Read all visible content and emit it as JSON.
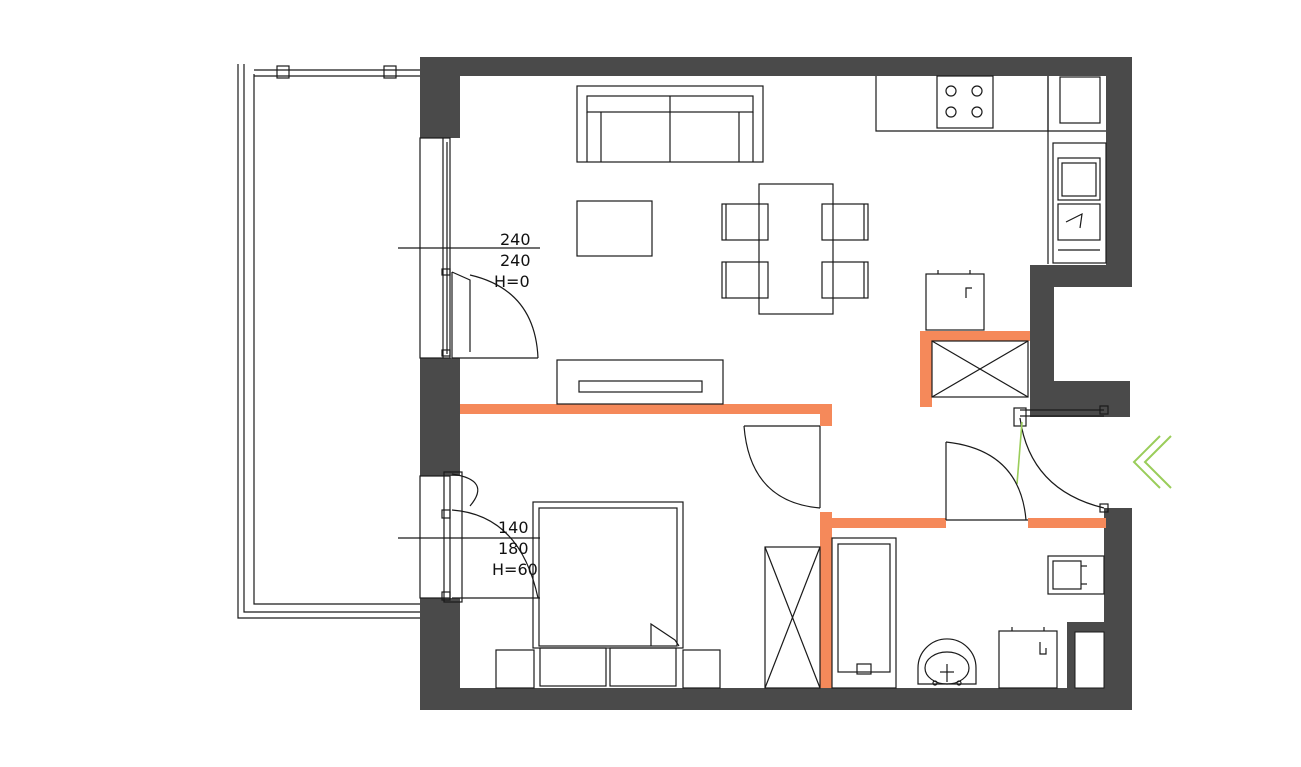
{
  "colors": {
    "structural_wall": "#4a4a4a",
    "partition_wall": "#f5895a",
    "line": "#1a1a1a",
    "entrance_arrow": "#9acd5a"
  },
  "labels": {
    "window_living": {
      "width": "240",
      "height": "240",
      "sill": "H=0"
    },
    "window_bedroom": {
      "width": "140",
      "height": "180",
      "sill": "H=60"
    }
  },
  "icons": {
    "entrance": "double-chevron-left-icon"
  }
}
